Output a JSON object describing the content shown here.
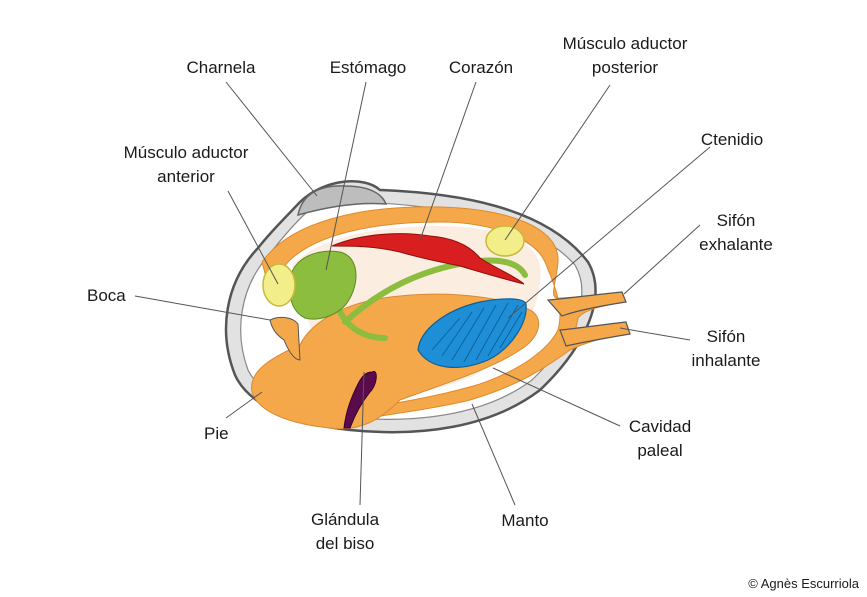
{
  "labels": {
    "charnela": "Charnela",
    "estomago": "Estómago",
    "corazon": "Corazón",
    "musculo_posterior": [
      "Músculo aductor",
      "posterior"
    ],
    "musculo_anterior": [
      "Músculo aductor",
      "anterior"
    ],
    "ctenidio": "Ctenidio",
    "sifon_exhalante": [
      "Sifón",
      "exhalante"
    ],
    "boca": "Boca",
    "sifon_inhalante": [
      "Sifón",
      "inhalante"
    ],
    "pie": "Pie",
    "cavidad_paleal": [
      "Cavidad",
      "paleal"
    ],
    "glandula_biso": [
      "Glándula",
      "del biso"
    ],
    "manto": "Manto"
  },
  "credit": "© Agnès Escurriola",
  "colors": {
    "shell": "#d6d6d6",
    "mantle": "#f5a84a",
    "cavity": "#fbeee0",
    "stomach": "#8cbd3e",
    "heart": "#d81e1e",
    "adductor": "#f2ee8a",
    "ctenidium": "#1e8fd6",
    "byssus_gland": "#5b0b4c"
  }
}
